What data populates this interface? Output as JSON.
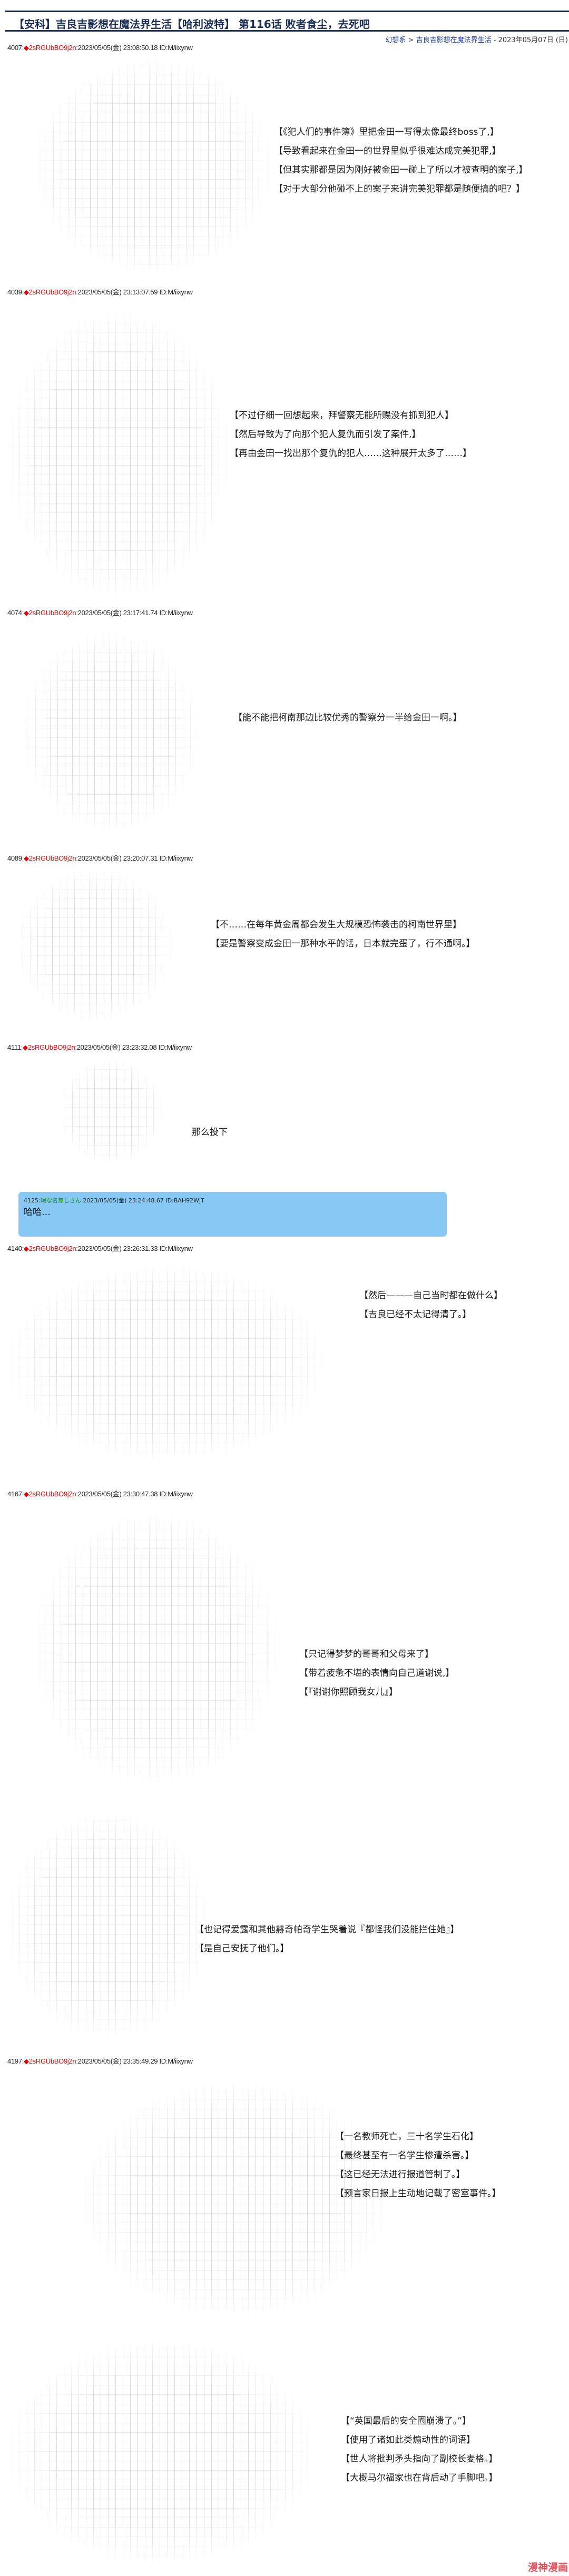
{
  "header": {
    "title": "【安科】吉良吉影想在魔法界生活【哈利波特】 第116话 败者食尘，去死吧",
    "breadcrumb": {
      "category": "幻想系",
      "separator": " > ",
      "series": "吉良吉影想在魔法界生活",
      "date": " - 2023年05月07日 (日)"
    }
  },
  "posts": [
    {
      "num": "4007",
      "trip": "2sRGUbBO9j2n",
      "datetime": "2023/05/05(金) 23:08:50.18",
      "id": "ID:M/iixynw",
      "lines": [
        "【《犯人们的事件簿》里把金田一写得太像最终boss了,】",
        "【导致看起来在金田一的世界里似乎很难达成完美犯罪,】",
        "【但其实那都是因为刚好被金田一碰上了所以才被查明的案子,】",
        "【对于大部分他碰不上的案子来讲完美犯罪都是随便搞的吧？】"
      ]
    },
    {
      "num": "4039",
      "trip": "2sRGUbBO9j2n",
      "datetime": "2023/05/05(金) 23:13:07.59",
      "id": "ID:M/iixynw",
      "lines": [
        "【不过仔细一回想起来，拜警察无能所赐没有抓到犯人】",
        "【然后导致为了向那个犯人复仇而引发了案件,】",
        "【再由金田一找出那个复仇的犯人……这种展开太多了……】"
      ]
    },
    {
      "num": "4074",
      "trip": "2sRGUbBO9j2n",
      "datetime": "2023/05/05(金) 23:17:41.74",
      "id": "ID:M/iixynw",
      "lines": [
        "【能不能把柯南那边比较优秀的警察分一半给金田一啊。】"
      ]
    },
    {
      "num": "4089",
      "trip": "2sRGUbBO9j2n",
      "datetime": "2023/05/05(金) 23:20:07.31",
      "id": "ID:M/iixynw",
      "lines": [
        "【不……在每年黄金周都会发生大规模恐怖袭击的柯南世界里】",
        "【要是警察变成金田一那种水平的话，日本就完蛋了，行不通啊。】"
      ]
    },
    {
      "num": "4111",
      "trip": "2sRGUbBO9j2n",
      "datetime": "2023/05/05(金) 23:23:32.08",
      "id": "ID:M/iixynw",
      "lines": [
        "那么投下"
      ]
    },
    {
      "num": "4140",
      "trip": "2sRGUbBO9j2n",
      "datetime": "2023/05/05(金) 23:26:31.33",
      "id": "ID:M/iixynw",
      "lines": [
        "【然后———自己当时都在做什么】",
        "【吉良已经不太记得清了。】"
      ]
    },
    {
      "num": "4167",
      "trip": "2sRGUbBO9j2n",
      "datetime": "2023/05/05(金) 23:30:47.38",
      "id": "ID:M/iixynw",
      "lines": [
        "【只记得梦梦的哥哥和父母来了】",
        "【带着疲惫不堪的表情向自己道谢说,】",
        "【『谢谢你照顾我女儿』】"
      ],
      "lines2": [
        "【也记得爱露和其他赫奇帕奇学生哭着说『都怪我们没能拦住她』】",
        "【是自己安抚了他们。】"
      ]
    },
    {
      "num": "4197",
      "trip": "2sRGUbBO9j2n",
      "datetime": "2023/05/05(金) 23:35:49.29",
      "id": "ID:M/iixynw",
      "lines": [
        "【一名教师死亡，三十名学生石化】",
        "【最终甚至有一名学生惨遭杀害。】",
        "【这已经无法进行报道管制了。】",
        "【预言家日报上生动地记载了密室事件。】"
      ],
      "lines2": [
        "【“英国最后的安全圈崩溃了。”】",
        "【使用了诸如此类煽动性的词语】",
        "【世人将批判矛头指向了副校长麦格。】",
        "【大概马尔福家也在背后动了手脚吧。】"
      ]
    }
  ],
  "reply": {
    "num": "4125",
    "name": "暇な名無しさん",
    "datetime": "2023/05/05(金) 23:24:48.67",
    "id": "ID:BAH92WjT",
    "body": "哈哈…"
  },
  "trip_mark": "◆",
  "watermark": "漫神漫画",
  "colors": {
    "title": "#1b2f55",
    "trip": "#d01010",
    "reply_bg": "#87c8f5",
    "reply_name": "#1a8a1a",
    "link": "#1a3aa8"
  }
}
